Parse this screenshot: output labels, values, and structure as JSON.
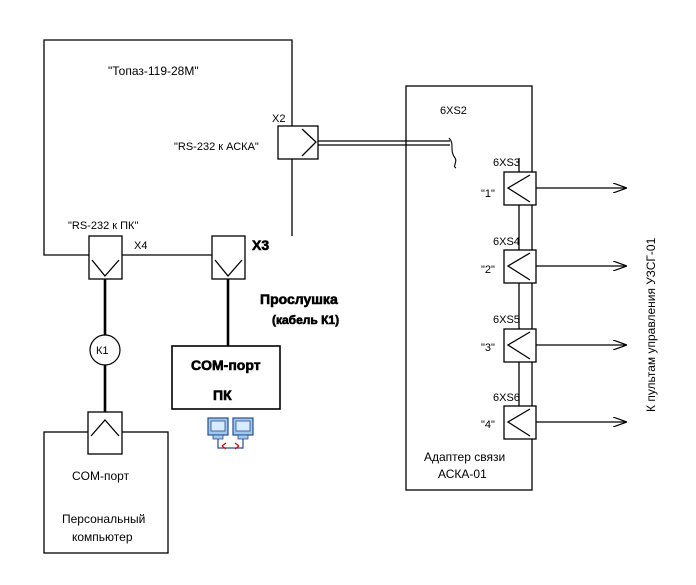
{
  "colors": {
    "line": "#000000",
    "background": "#ffffff"
  },
  "topaz": {
    "title": "\"Топаз-119-28М\"",
    "x2_label": "X2",
    "rs232_aska_label": "\"RS-232 к АСКА\"",
    "rs232_pc_label": "\"RS-232 к ПК\"",
    "x4_label": "X4",
    "x3_label": "X3"
  },
  "listening": {
    "title": "Прослушка",
    "subtitle": "(кабель К1)"
  },
  "com_pc_box": {
    "line1": "COM-порт",
    "line2": "ПК"
  },
  "pc_icon": {
    "icon": "computer-network-icon"
  },
  "cable_k1": {
    "label": "К1"
  },
  "personal_computer": {
    "port_label": "COM-порт",
    "name_line1": "Персональный",
    "name_line2": "компьютер"
  },
  "adapter": {
    "input_connector": "6XS2",
    "name_line1": "Адаптер связи",
    "name_line2": "АСКА-01",
    "ports": [
      {
        "connector": "6XS3",
        "number": "\"1\""
      },
      {
        "connector": "6XS4",
        "number": "\"2\""
      },
      {
        "connector": "6XS5",
        "number": "\"3\""
      },
      {
        "connector": "6XS6",
        "number": "\"4\""
      }
    ]
  },
  "side_label": "К пультам управления УЗСГ-01"
}
